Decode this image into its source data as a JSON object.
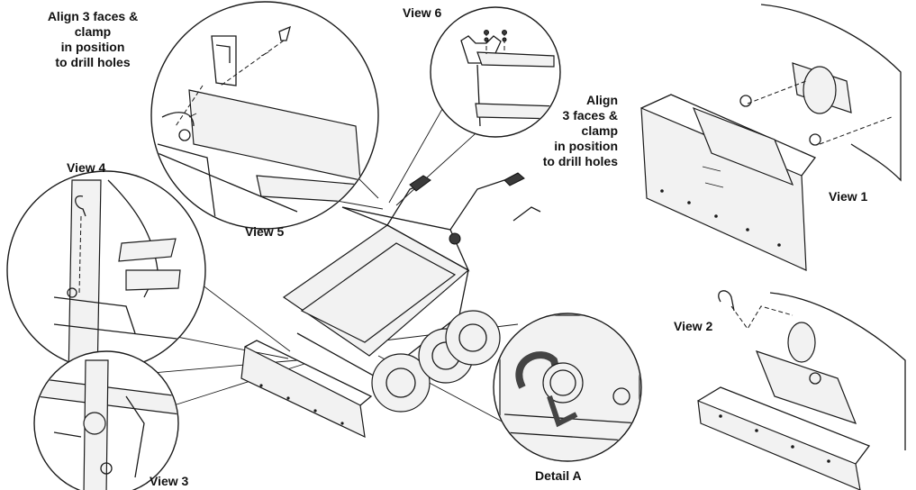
{
  "labels": {
    "view1": "View 1",
    "view2": "View 2",
    "view3": "View 3",
    "view4": "View 4",
    "view5": "View 5",
    "view6": "View 6",
    "detail_a": "Detail A",
    "align_left": [
      "Align 3 faces &",
      "clamp",
      "in position",
      "to drill holes"
    ],
    "align_right": [
      "Align",
      "3 faces &",
      "clamp",
      "in position",
      "to drill holes"
    ]
  }
}
